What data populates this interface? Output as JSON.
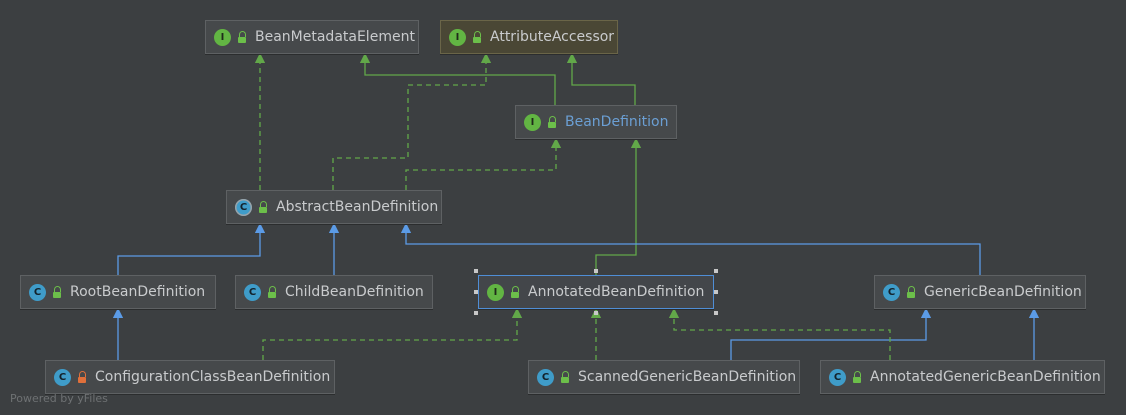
{
  "diagram": {
    "nodes": {
      "bean_metadata_element": {
        "kind": "I",
        "name": "BeanMetadataElement"
      },
      "attribute_accessor": {
        "kind": "I",
        "name": "AttributeAccessor"
      },
      "bean_definition": {
        "kind": "I",
        "name": "BeanDefinition"
      },
      "abstract_bean_definition": {
        "kind": "C",
        "name": "AbstractBeanDefinition"
      },
      "root_bean_definition": {
        "kind": "C",
        "name": "RootBeanDefinition"
      },
      "child_bean_definition": {
        "kind": "C",
        "name": "ChildBeanDefinition"
      },
      "annotated_bean_definition": {
        "kind": "I",
        "name": "AnnotatedBeanDefinition"
      },
      "generic_bean_definition": {
        "kind": "C",
        "name": "GenericBeanDefinition"
      },
      "configuration_class_bean_definition": {
        "kind": "C",
        "name": "ConfigurationClassBeanDefinition"
      },
      "scanned_generic_bean_definition": {
        "kind": "C",
        "name": "ScannedGenericBeanDefinition"
      },
      "annotated_generic_bean_definition": {
        "kind": "C",
        "name": "AnnotatedGenericBeanDefinition"
      }
    },
    "edges": [
      {
        "from": "bean_definition",
        "to": "bean_metadata_element",
        "type": "extends"
      },
      {
        "from": "bean_definition",
        "to": "attribute_accessor",
        "type": "extends"
      },
      {
        "from": "abstract_bean_definition",
        "to": "bean_metadata_element",
        "type": "implements"
      },
      {
        "from": "abstract_bean_definition",
        "to": "attribute_accessor",
        "type": "implements"
      },
      {
        "from": "abstract_bean_definition",
        "to": "bean_definition",
        "type": "implements"
      },
      {
        "from": "annotated_bean_definition",
        "to": "bean_definition",
        "type": "extends"
      },
      {
        "from": "root_bean_definition",
        "to": "abstract_bean_definition",
        "type": "extends"
      },
      {
        "from": "child_bean_definition",
        "to": "abstract_bean_definition",
        "type": "extends"
      },
      {
        "from": "generic_bean_definition",
        "to": "abstract_bean_definition",
        "type": "extends"
      },
      {
        "from": "configuration_class_bean_definition",
        "to": "root_bean_definition",
        "type": "extends"
      },
      {
        "from": "configuration_class_bean_definition",
        "to": "annotated_bean_definition",
        "type": "implements"
      },
      {
        "from": "scanned_generic_bean_definition",
        "to": "annotated_bean_definition",
        "type": "implements"
      },
      {
        "from": "scanned_generic_bean_definition",
        "to": "generic_bean_definition",
        "type": "extends"
      },
      {
        "from": "annotated_generic_bean_definition",
        "to": "annotated_bean_definition",
        "type": "implements"
      },
      {
        "from": "annotated_generic_bean_definition",
        "to": "generic_bean_definition",
        "type": "extends"
      }
    ],
    "colors": {
      "background": "#3c3f41",
      "extends_edge": "#5b9be6",
      "implements_edge": "#62a849",
      "interface_extends_edge": "#62a849"
    }
  },
  "footer": {
    "watermark": "Powered by yFiles"
  }
}
